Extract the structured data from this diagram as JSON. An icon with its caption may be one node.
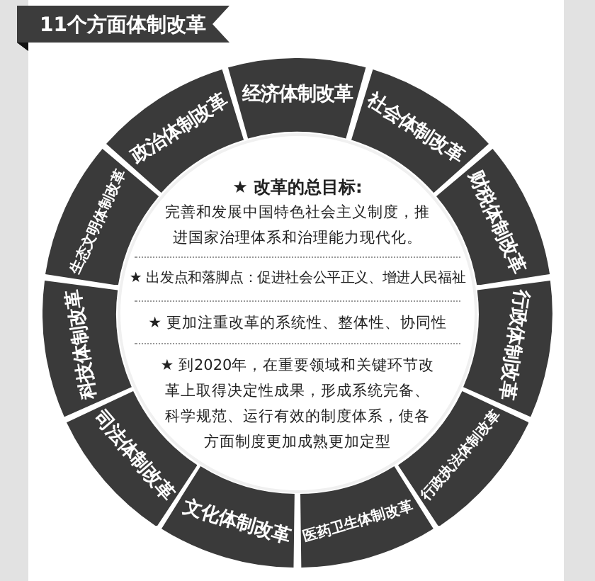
{
  "diagram": {
    "title": "11个方面体制改革",
    "nodes": [
      {
        "text": [
          "政治体制改革"
        ]
      },
      {
        "text": [
          "经济体制改革"
        ]
      },
      {
        "text": [
          "社会体制改革"
        ]
      },
      {
        "text": [
          "财税体制改革"
        ]
      },
      {
        "text": [
          "行政体制改革"
        ]
      },
      {
        "text": [
          "行政执法体制改革"
        ]
      },
      {
        "text": [
          "医药卫生体制改革"
        ]
      },
      {
        "text": [
          "文化体制改革"
        ]
      },
      {
        "text": [
          "司法体制改革"
        ]
      },
      {
        "text": [
          "科技体制改革"
        ]
      },
      {
        "text": [
          "生态文明体制改革"
        ]
      },
      {
        "text": [
          "★ 改革的总目标:",
          "完善和发展中国特色社会主义制度，推进国家治理体系和治理能力现代化。",
          "★ 出发点和落脚点：促进社会公平正义、增进人民福祉",
          "★ 更加注重改革的系统性、整体性、协同性",
          "★ 到2020年，在重要领域和关键环节改革上取得决定性成果，形成系统完备、科学规范、运行有效的制度体系，使各方面制度更加成熟更加定型"
        ]
      }
    ],
    "edges": []
  }
}
